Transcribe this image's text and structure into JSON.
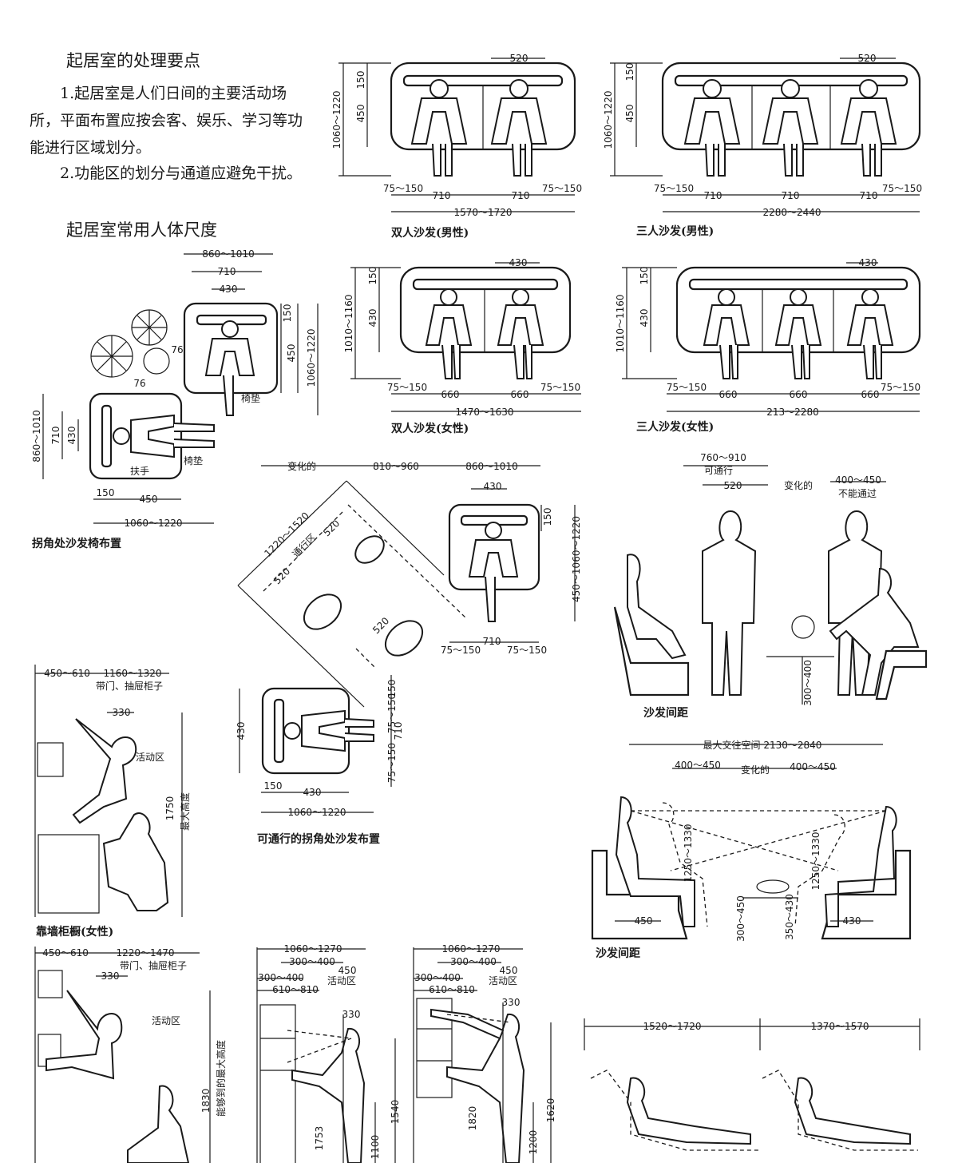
{
  "intro": {
    "heading": "起居室的处理要点",
    "point1": "1.起居室是人们日间的主要活动场所，平面布置应按会客、娱乐、学习等功能进行区域划分。",
    "point2": "2.功能区的划分与通道应避免干扰。",
    "subheading": "起居室常用人体尺度"
  },
  "captions": {
    "sofa2_male": "双人沙发(男性)",
    "sofa3_male": "三人沙发(男性)",
    "sofa2_female": "双人沙发(女性)",
    "sofa3_female": "三人沙发(女性)",
    "corner": "拐角处沙发椅布置",
    "corner_pass": "可通行的拐角处沙发布置",
    "spacing1": "沙发间距",
    "spacing2": "沙发间距",
    "cabinet": "靠墙柜橱(女性)"
  },
  "labels": {
    "cushion1": "椅垫",
    "cushion2": "椅垫",
    "armrest": "扶手",
    "passable": "可通行",
    "not_passable": "不能通过",
    "varies": "变化的",
    "varies2": "变化的",
    "varies3": "变化的",
    "pass_zone": "通行区",
    "activity1": "活动区",
    "activity2": "活动区",
    "activity3": "活动区",
    "activity4": "活动区",
    "max_height": "最大高度",
    "max_reach": "能够到的最大高度",
    "door_drawer1": "带门、抽屉柜子",
    "door_drawer2": "带门、抽屉柜子",
    "max_social": "最大交往空间 2130～2840"
  },
  "dims": {
    "m2": {
      "d150": "150",
      "d450": "450",
      "total_h": "1060～1220",
      "d520": "520",
      "side_l": "75～150",
      "s1": "710",
      "s2": "710",
      "side_r": "75～150",
      "total_w": "1570～1720"
    },
    "m3": {
      "d150": "150",
      "d450": "450",
      "total_h": "1060～1220",
      "d520": "520",
      "side_l": "75～150",
      "s1": "710",
      "s2": "710",
      "s3": "710",
      "side_r": "75～150",
      "total_w": "2280～2440"
    },
    "f2": {
      "d150": "150",
      "d430": "430",
      "total_h": "1010～1160",
      "d430t": "430",
      "side_l": "75～150",
      "s1": "660",
      "s2": "660",
      "side_r": "75～150",
      "total_w": "1470～1630"
    },
    "f3": {
      "d150": "150",
      "d430": "430",
      "total_h": "1010～1160",
      "d430t": "430",
      "side_l": "75～150",
      "s1": "660",
      "s2": "660",
      "s3": "660",
      "side_r": "75～150",
      "total_w": "213～2280"
    },
    "corner": {
      "top1": "860～1010",
      "top2": "710",
      "top3": "430",
      "v150": "150",
      "v450": "450",
      "v_total": "1060～1220",
      "g76a": "76",
      "g76b": "76",
      "l_total": "860～1010",
      "l710": "710",
      "l430": "430",
      "b150": "150",
      "b450": "450",
      "b_total": "1060～1220"
    },
    "pass": {
      "varies_w": "变化的",
      "mid": "810～960",
      "right": "860～1010",
      "r430": "430",
      "r150": "150",
      "r_total": "450～1060～1220",
      "diag_total": "1220～1520",
      "diag520a": "520",
      "diag520b": "520",
      "diag520c": "520",
      "b710": "710",
      "b75l": "75～150",
      "b75r": "75～150",
      "v430": "430",
      "v150": "150",
      "v75a": "75～150",
      "v710": "710",
      "v75b": "75～150",
      "lb150": "150",
      "lb430": "430",
      "lb_total": "1060～1220"
    },
    "sp1": {
      "top": "760～910",
      "d520": "520",
      "range": "400～450",
      "h": "300～400"
    },
    "sp2": {
      "l": "400～450",
      "r": "400～450",
      "h1": "1250～1330",
      "h2": "1250～1330",
      "f1": "300～450",
      "f2": "350～430",
      "b1": "450",
      "b2": "430"
    },
    "cab1": {
      "a": "450～610",
      "b": "1160～1320",
      "c": "330",
      "h": "1750"
    },
    "cab2": {
      "a": "450～610",
      "b": "1220～1470",
      "c": "330",
      "h": "1830"
    },
    "tv1": {
      "a": "1060～1270",
      "b": "300～400",
      "c": "450",
      "d": "300～400",
      "e": "610～810",
      "f": "330",
      "g": "1753",
      "h": "1540",
      "i": "1100"
    },
    "tv2": {
      "a": "1060～1270",
      "b": "300～400",
      "c": "450",
      "d": "300～400",
      "e": "610～810",
      "f": "330",
      "g": "1820",
      "h": "1620",
      "i": "1200"
    },
    "rec": {
      "a": "1520～1720",
      "b": "1370～1570"
    }
  }
}
